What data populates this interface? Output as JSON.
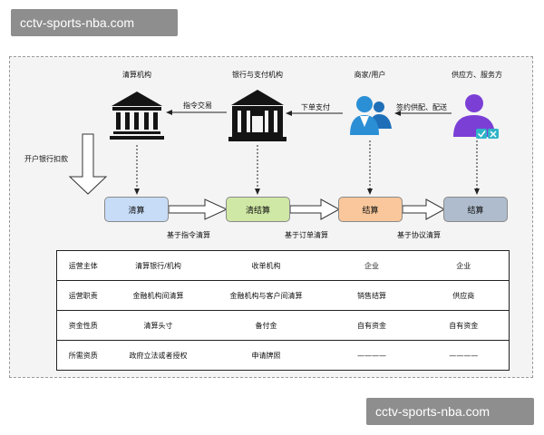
{
  "watermarks": {
    "top": "cctv-sports-nba.com",
    "bottom": "cctv-sports-nba.com"
  },
  "actors": [
    {
      "name": "清算机构",
      "icon": "clearing-institution-building-icon"
    },
    {
      "name": "银行与支付机构",
      "icon": "bank-building-icon"
    },
    {
      "name": "商家/用户",
      "icon": "merchant-users-icon"
    },
    {
      "name": "供应方、服务方",
      "icon": "supplier-user-icon"
    }
  ],
  "arrows": {
    "instruction_trade": "指令交易",
    "place_order_pay": "下单支付",
    "contract_supply": "签约供配、配送",
    "open_bank_deduction": "开户银行扣款"
  },
  "stages": [
    {
      "label": "清算",
      "color": "#c6dcf7"
    },
    {
      "label": "清结算",
      "color": "#cfe8a5"
    },
    {
      "label": "结算",
      "color": "#f9c79b"
    },
    {
      "label": "结算",
      "color": "#aebccd"
    }
  ],
  "stage_links": [
    "基于指令清算",
    "基于订单清算",
    "基于协议清算"
  ],
  "table": {
    "rows": [
      {
        "header": "运营主体",
        "cells": [
          "清算银行/机构",
          "收单机构",
          "企业",
          "企业"
        ]
      },
      {
        "header": "运营职责",
        "cells": [
          "金融机构间清算",
          "金融机构与客户间清算",
          "销售结算",
          "供应商"
        ]
      },
      {
        "header": "资金性质",
        "cells": [
          "清算头寸",
          "备付金",
          "自有资金",
          "自有资金"
        ]
      },
      {
        "header": "所需资质",
        "cells": [
          "政府立法或者授权",
          "申请牌照",
          "————",
          "————"
        ]
      }
    ]
  },
  "colors": {
    "user_blue": "#2b8fd6",
    "supplier_purple": "#7b3fd6",
    "badge_teal": "#2fb3c8"
  }
}
